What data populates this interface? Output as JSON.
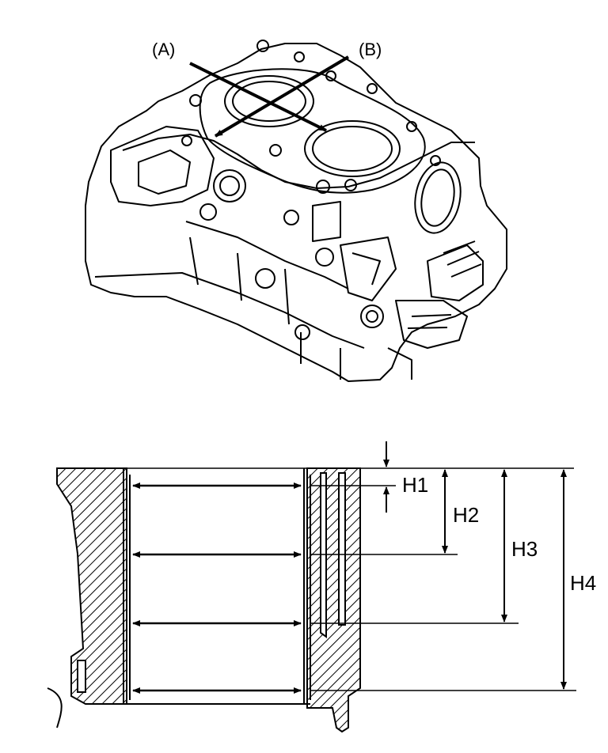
{
  "diagram": {
    "top_callouts": {
      "a": "(A)",
      "b": "(B)"
    },
    "dimensions": {
      "h1": "H1",
      "h2": "H2",
      "h3": "H3",
      "h4": "H4"
    },
    "colors": {
      "ink": "#000000",
      "paper": "#ffffff"
    }
  }
}
